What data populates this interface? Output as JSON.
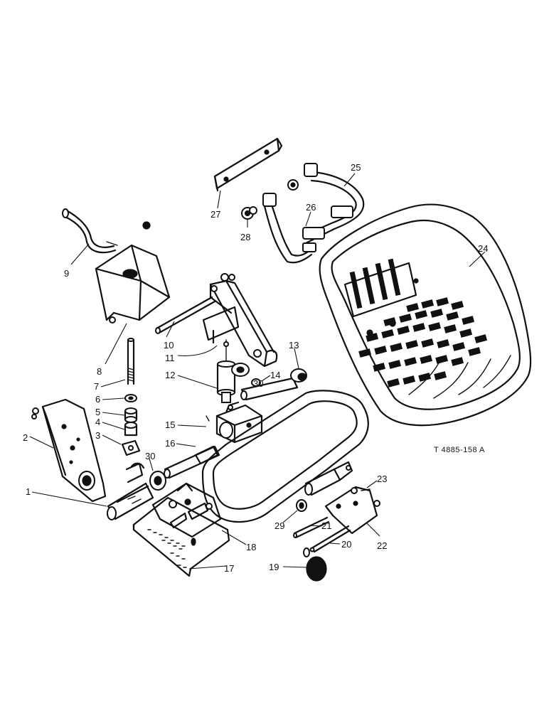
{
  "drawing_ref": "T 4885-158 A",
  "callouts": [
    "1",
    "2",
    "3",
    "4",
    "5",
    "6",
    "7",
    "8",
    "9",
    "10",
    "11",
    "12",
    "13",
    "14",
    "15",
    "16",
    "17",
    "18",
    "19",
    "20",
    "21",
    "22",
    "23",
    "24",
    "25",
    "26",
    "27",
    "28",
    "29",
    "30",
    "30"
  ]
}
